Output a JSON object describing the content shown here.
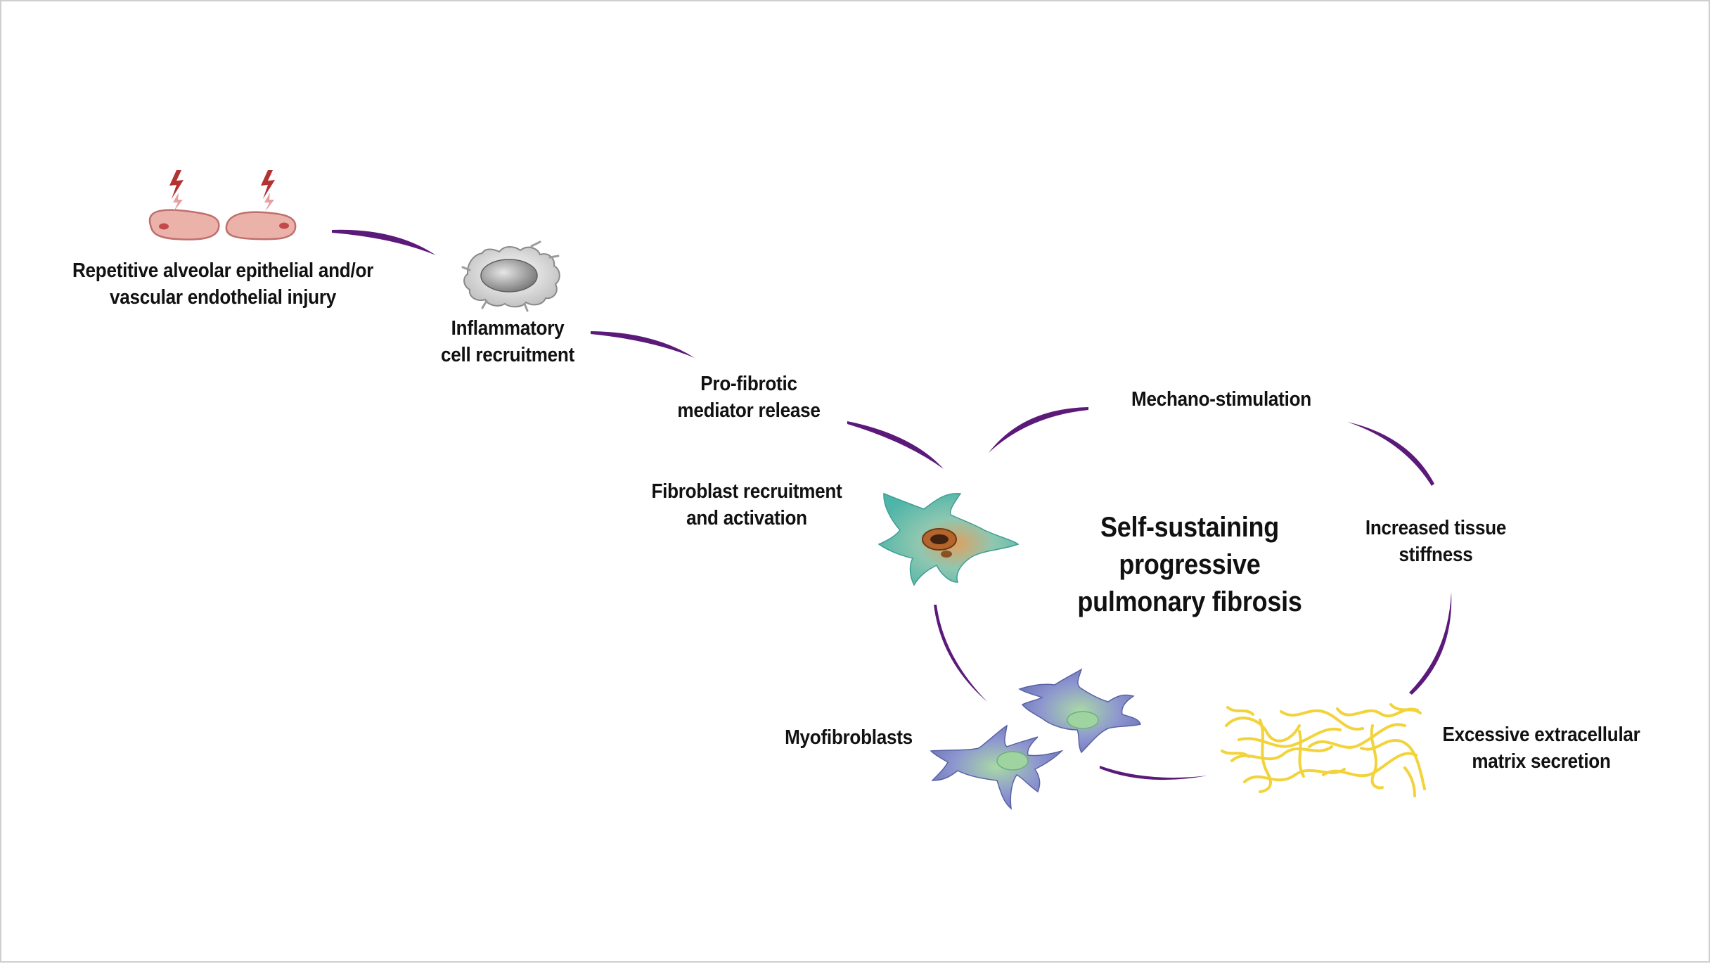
{
  "diagram": {
    "colors": {
      "arrow": "#5b1a7a",
      "injured_cell_fill": "#eab2a8",
      "injured_cell_stroke": "#c06e6e",
      "lightning": "#b33232",
      "inflammatory_cell": "#9c9c9c",
      "fibroblast": "#4fb5a9",
      "fibroblast_nucleus": "#c0733a",
      "myofibroblast": "#6e78b8",
      "myofibroblast_nucleus": "#8cc79a",
      "ecm": "#f2d33a"
    },
    "center_title": [
      "Self-sustaining",
      "progressive",
      "pulmonary fibrosis"
    ],
    "steps": [
      {
        "id": "injury",
        "lines": [
          "Repetitive alveolar epithelial and/or",
          "vascular endothelial injury"
        ],
        "icon": "injured-epithelial-cells-icon"
      },
      {
        "id": "inflammatory",
        "lines": [
          "Inflammatory",
          "cell recruitment"
        ],
        "icon": "inflammatory-cell-icon"
      },
      {
        "id": "mediator",
        "lines": [
          "Pro-fibrotic",
          "mediator release"
        ]
      },
      {
        "id": "fibroblast",
        "lines": [
          "Fibroblast recruitment",
          "and activation"
        ],
        "icon": "fibroblast-cell-icon"
      },
      {
        "id": "myofibroblasts",
        "lines": [
          "Myofibroblasts"
        ],
        "icon": "myofibroblast-cells-icon"
      },
      {
        "id": "ecm",
        "lines": [
          "Excessive extracellular",
          "matrix secretion"
        ],
        "icon": "extracellular-matrix-fibers-icon"
      },
      {
        "id": "stiffness",
        "lines": [
          "Increased tissue",
          "stiffness"
        ]
      },
      {
        "id": "mechano",
        "lines": [
          "Mechano-stimulation"
        ]
      }
    ]
  }
}
